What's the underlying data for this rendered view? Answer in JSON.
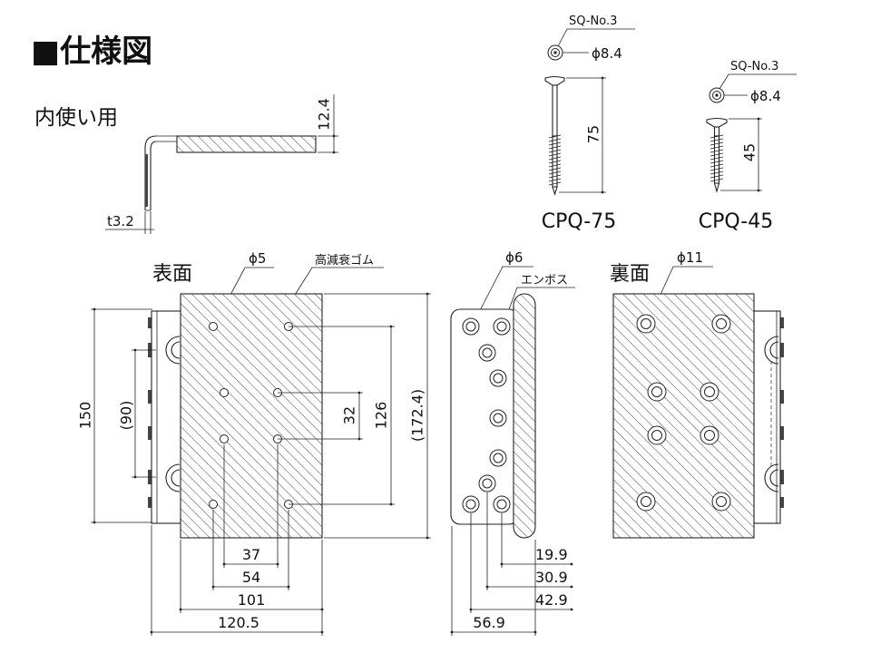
{
  "title": "■仕様図",
  "inner_use": {
    "label": "内使い用",
    "height_dim": "12.4",
    "thickness_dim": "t3.2"
  },
  "screws": {
    "cpq75": {
      "drive": "SQ-No.3",
      "head_diameter": "ϕ8.4",
      "length": "75",
      "model": "CPQ-75"
    },
    "cpq45": {
      "drive": "SQ-No.3",
      "head_diameter": "ϕ8.4",
      "length": "45",
      "model": "CPQ-45"
    }
  },
  "front_view": {
    "label": "表面",
    "hole_callout": "ϕ5",
    "rubber_callout": "高減衰ゴム",
    "dims": {
      "overall_height": "150",
      "mount_pitch": "(90)",
      "hole_pitch_inner": "32",
      "hole_pitch_outer": "126",
      "total_height": "(172.4)",
      "hole_span_inner": "37",
      "hole_span_outer": "54",
      "rubber_width": "101",
      "overall_width": "120.5"
    }
  },
  "side_view": {
    "hole_callout": "ϕ6",
    "emboss_callout": "エンボス",
    "dims": {
      "d1": "19.9",
      "d2": "30.9",
      "d3": "42.9",
      "d4": "56.9"
    }
  },
  "back_view": {
    "label": "裏面",
    "hole_callout": "ϕ11"
  }
}
